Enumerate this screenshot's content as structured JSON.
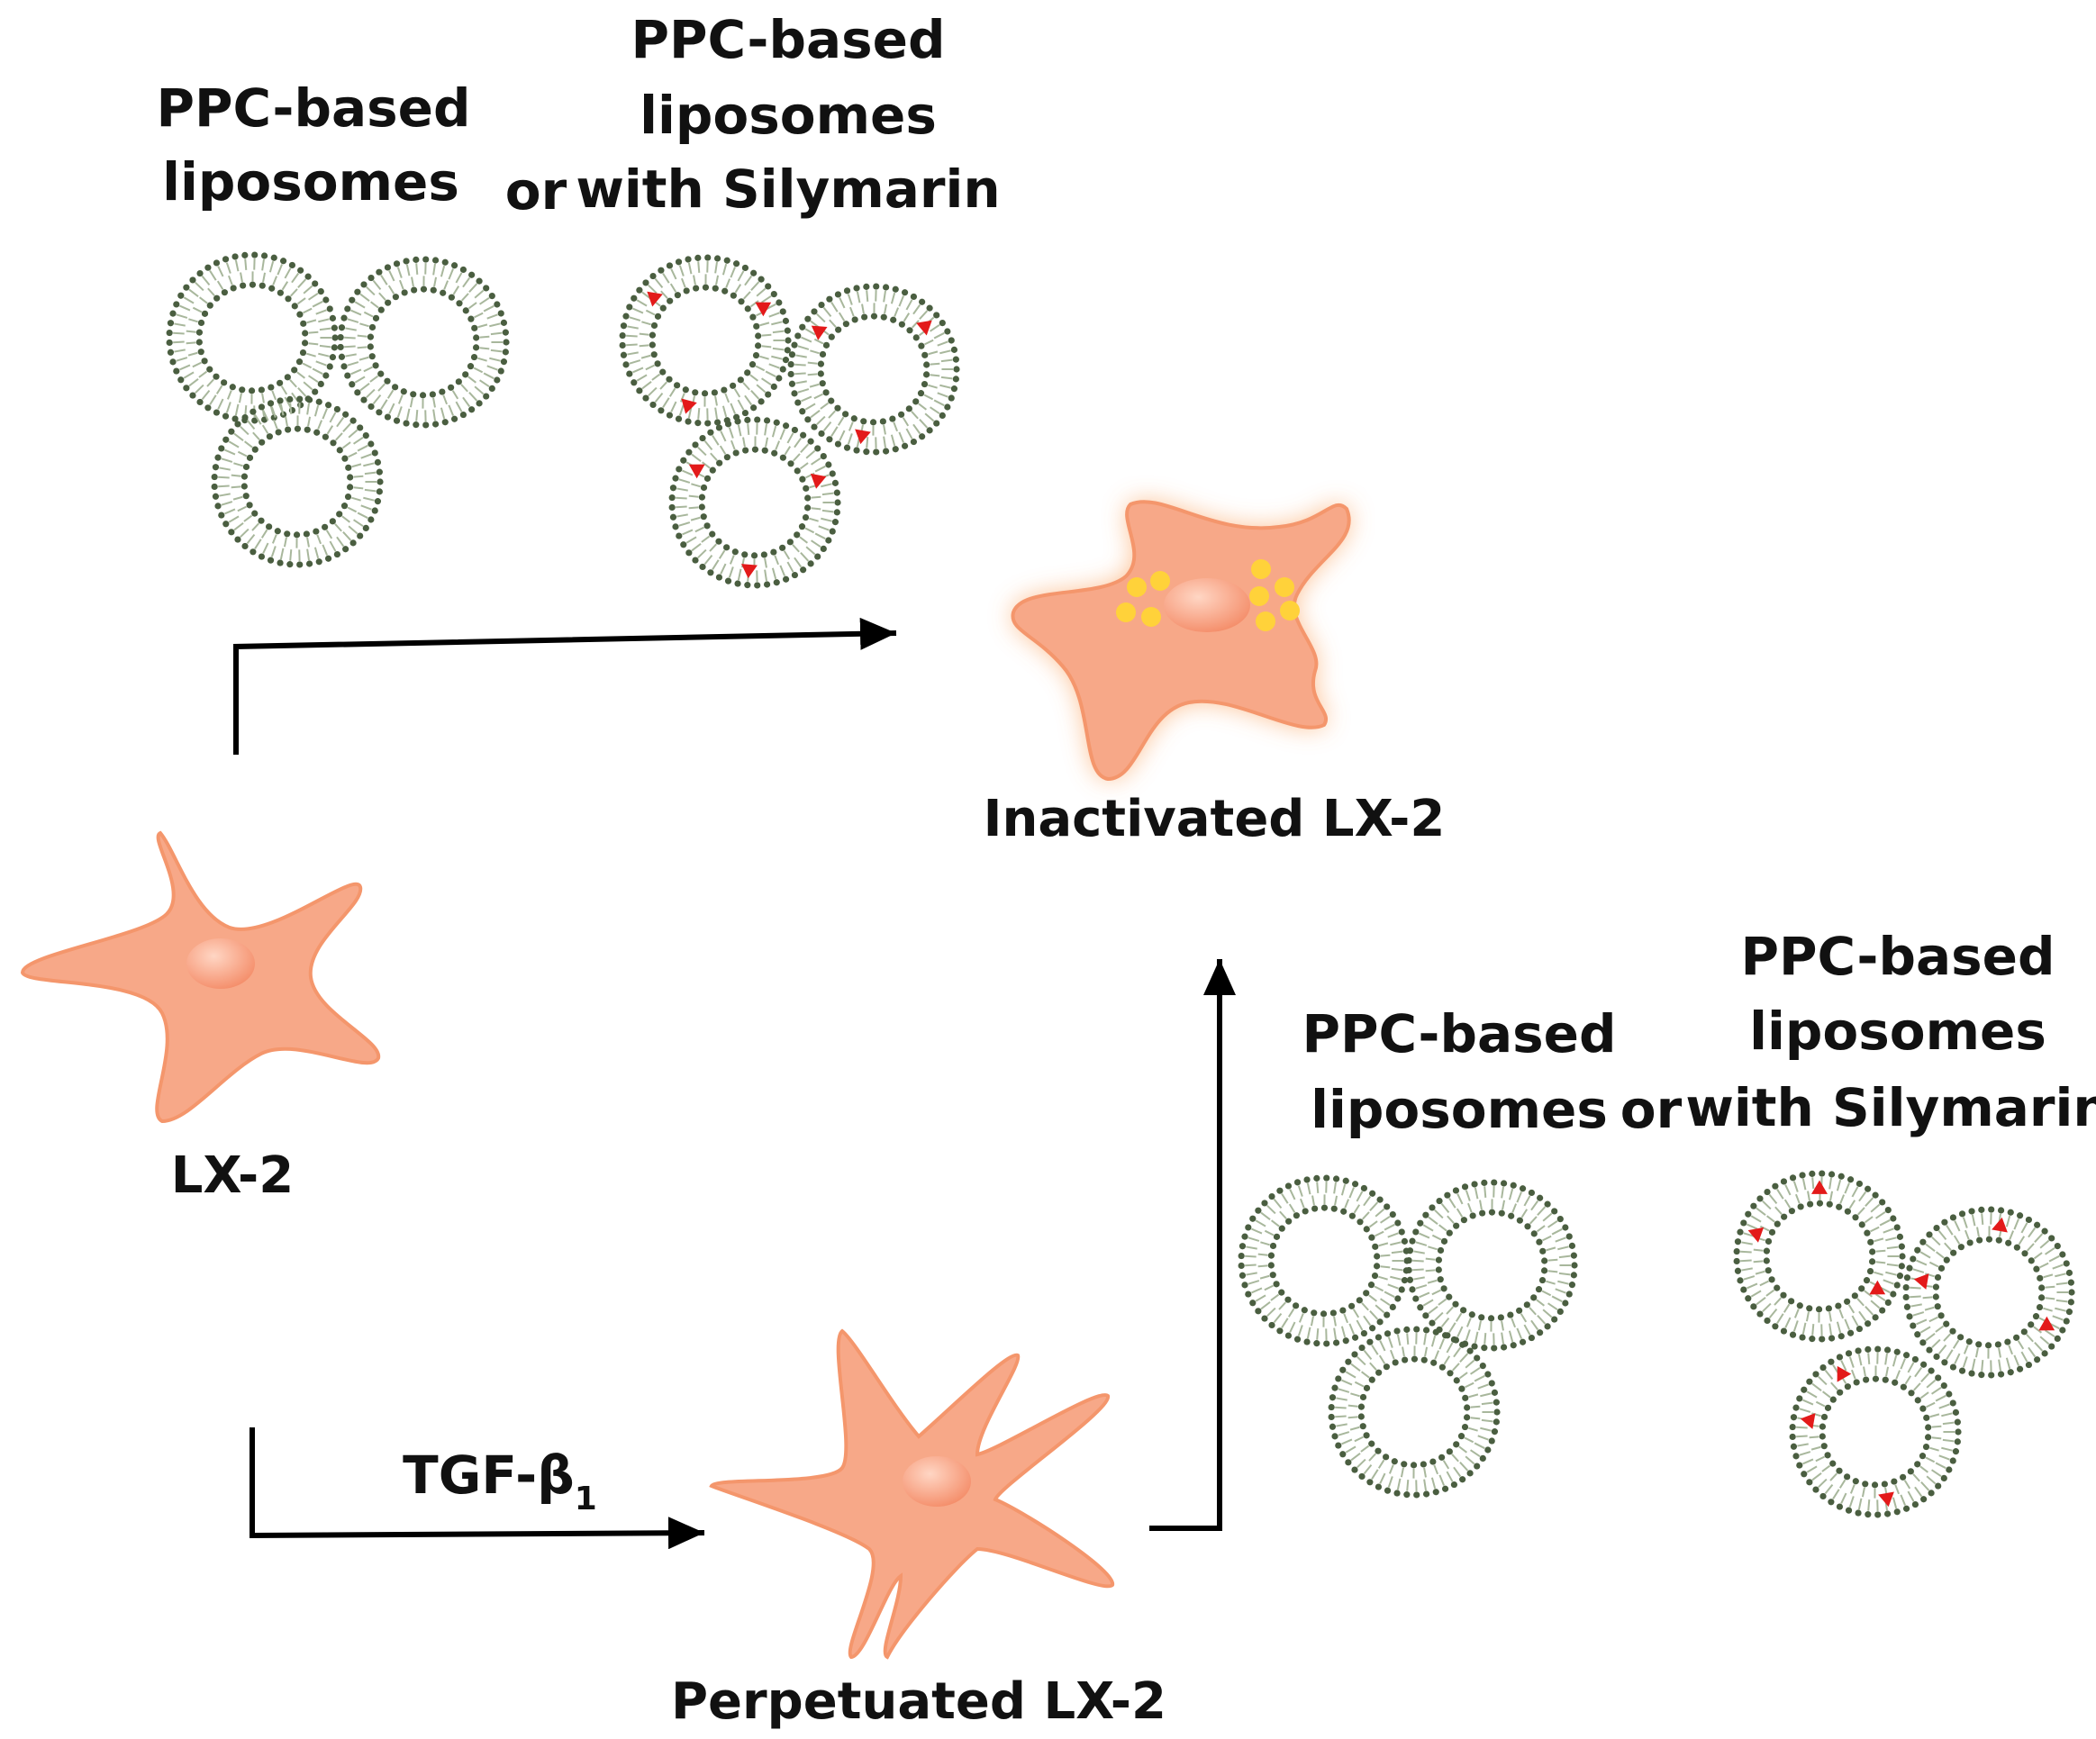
{
  "labels": {
    "top_plain_line1": "PPC-based",
    "top_plain_line2": "liposomes",
    "top_or": "or",
    "top_sily_line1": "PPC-based",
    "top_sily_line2": "liposomes",
    "top_sily_line3": "with Silymarin",
    "inactivated": "Inactivated LX-2",
    "lx2": "LX-2",
    "tgf": "TGF-β",
    "tgf_sub": "1",
    "perpetuated": "Perpetuated LX-2",
    "bottom_plain_line1": "PPC-based",
    "bottom_plain_line2": "liposomes",
    "bottom_or": "or",
    "bottom_sily_line1": "PPC-based",
    "bottom_sily_line2": "liposomes",
    "bottom_sily_line3": "with Silymarin"
  },
  "colors": {
    "cell_fill": "#f7a888",
    "cell_stroke": "#ef8a68",
    "nucleus": "#f89a78",
    "glow": "#fbb27a",
    "lipid": "#4a5e40",
    "lipid_tail": "#a8b79c",
    "drug": "#e31a1a",
    "droplet": "#ffd23a",
    "arrow": "#000000"
  }
}
